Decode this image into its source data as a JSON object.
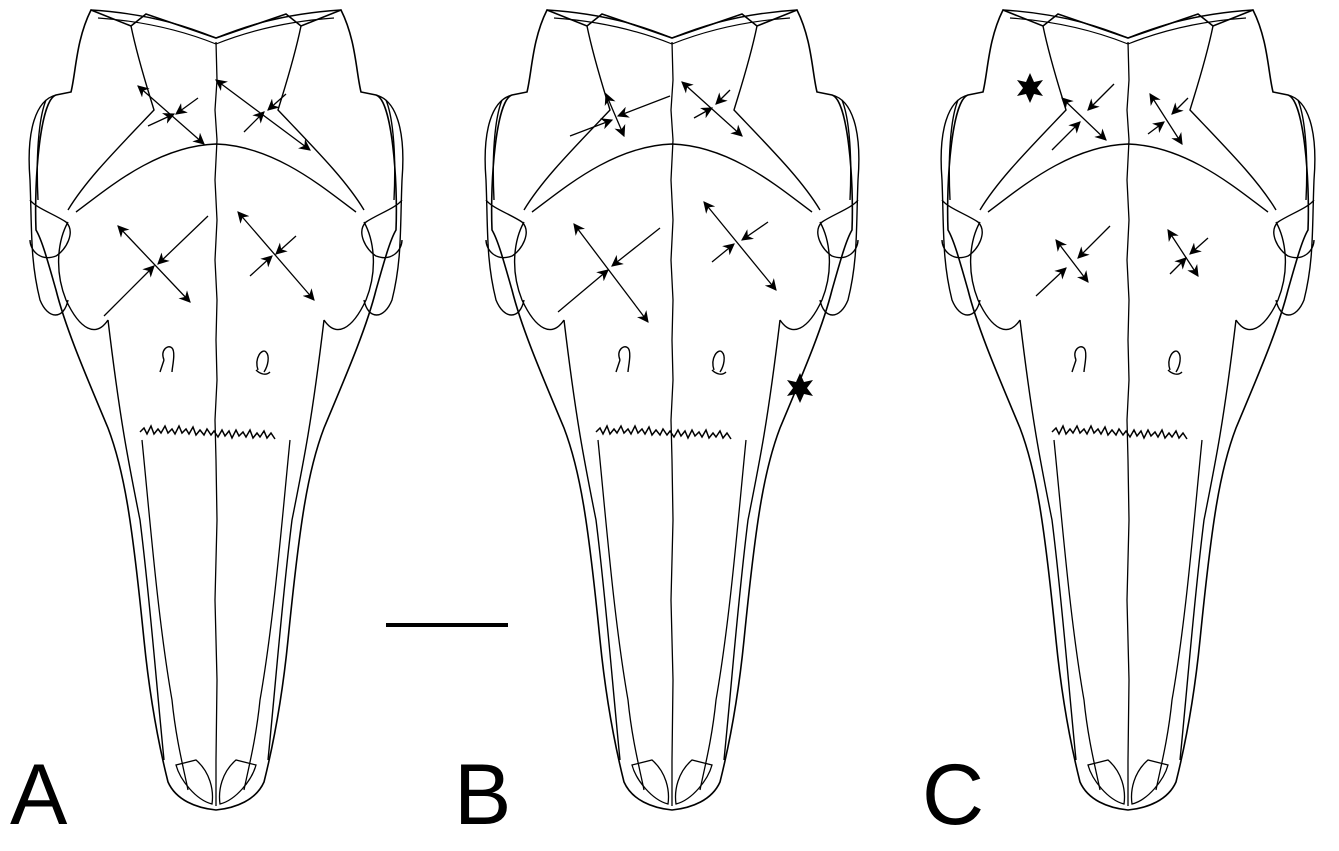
{
  "figure": {
    "panels": [
      {
        "id": "A",
        "label": "A",
        "star": false
      },
      {
        "id": "B",
        "label": "B",
        "star": true
      },
      {
        "id": "C",
        "label": "C",
        "star": true
      }
    ],
    "scale_bar": true,
    "colors": {
      "line": "#000000",
      "background": "#ffffff"
    }
  }
}
